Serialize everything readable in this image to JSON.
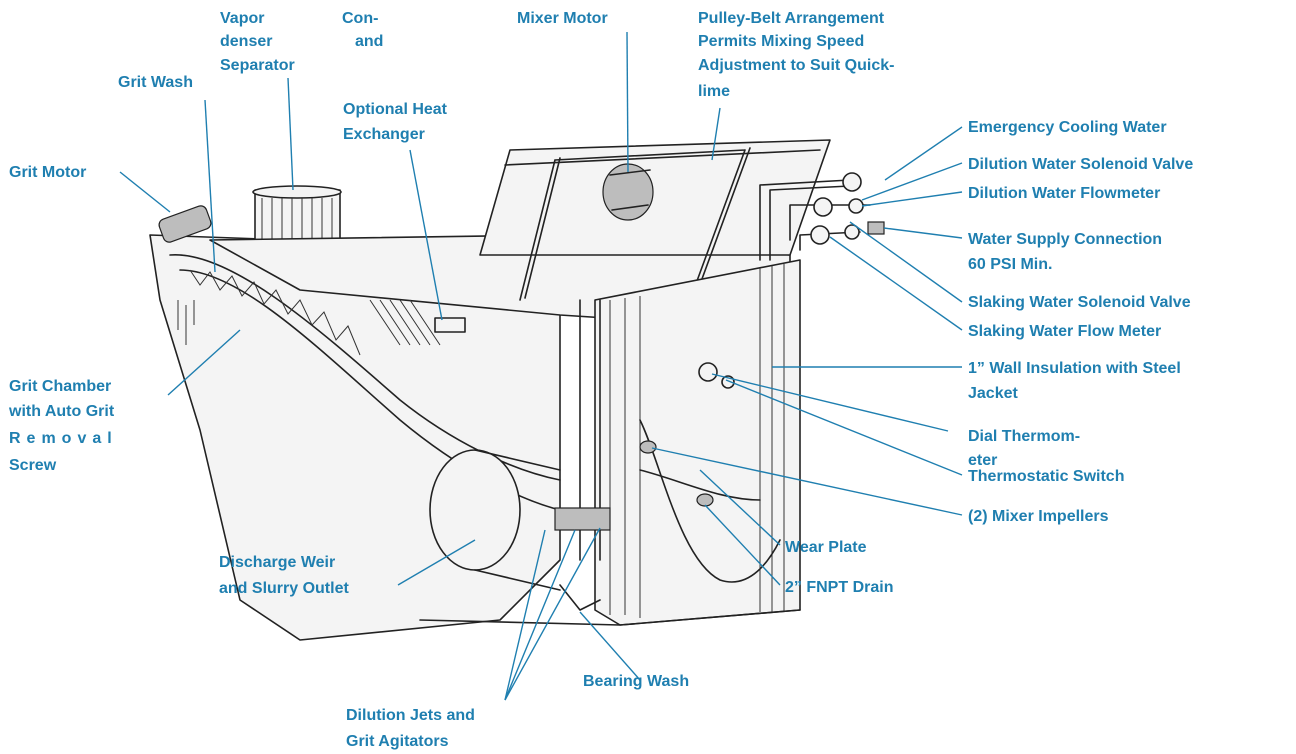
{
  "labels": {
    "vapor_condenser_separator": [
      "Vapor",
      "Con-",
      "denser",
      "and",
      "Separator"
    ],
    "mixer_motor": "Mixer Motor",
    "pulley_belt": [
      "Pulley-Belt Arrangement",
      "Permits Mixing Speed",
      "Adjustment to Suit Quick-",
      "lime"
    ],
    "grit_wash": "Grit Wash",
    "optional_heat_exchanger": [
      "Optional Heat",
      "Exchanger"
    ],
    "emergency_cooling_water": "Emergency Cooling Water",
    "dilution_water_solenoid_valve": "Dilution Water Solenoid Valve",
    "dilution_water_flowmeter": "Dilution Water Flowmeter",
    "grit_motor": "Grit Motor",
    "water_supply_connection": [
      "Water Supply Connection",
      "60 PSI Min."
    ],
    "slaking_water_solenoid_valve": "Slaking  Water Solenoid Valve",
    "slaking_water_flow_meter": "Slaking Water Flow Meter",
    "wall_insulation": [
      "1” Wall  Insulation with Steel",
      "Jacket"
    ],
    "grit_chamber": [
      "Grit  Chamber",
      "with Auto Grit",
      "Removal",
      "Screw"
    ],
    "dial_thermometer": [
      "Dial  Thermom-",
      "eter"
    ],
    "thermostatic_switch": "Thermostatic Switch",
    "mixer_impellers": "(2) Mixer Impellers",
    "discharge_weir": [
      "Discharge  Weir",
      "and Slurry Outlet"
    ],
    "wear_plate": "Wear Plate",
    "fnpt_drain": "2” FNPT Drain",
    "bearing_wash": "Bearing Wash",
    "dilution_jets": [
      "Dilution Jets and",
      "Grit Agitators"
    ]
  }
}
